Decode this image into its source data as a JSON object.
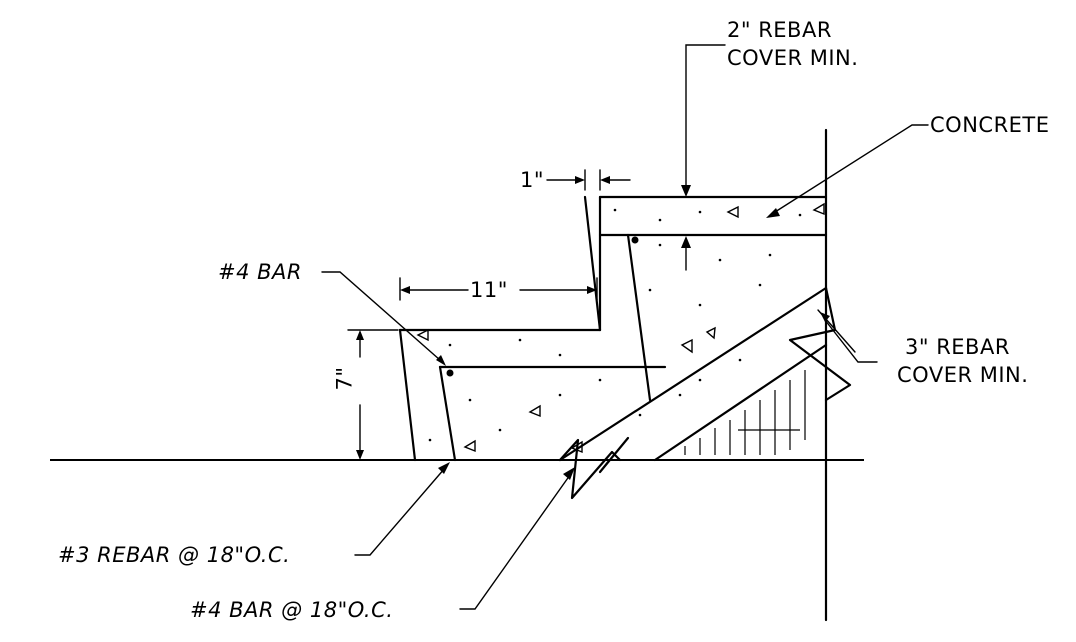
{
  "labels": {
    "rebar_cover_2": "2\" REBAR",
    "rebar_cover_2_line2": "COVER MIN.",
    "concrete": "CONCRETE",
    "dim_1in": "1\"",
    "bar4": "#4 BAR",
    "dim_11in": "11\"",
    "dim_7in": "7\"",
    "rebar_cover_3": "3\" REBAR",
    "rebar_cover_3_line2": "COVER MIN.",
    "rebar3_oc": "#3 REBAR @ 18\"O.C.",
    "bar4_oc": "#4 BAR @ 18\"O.C."
  }
}
